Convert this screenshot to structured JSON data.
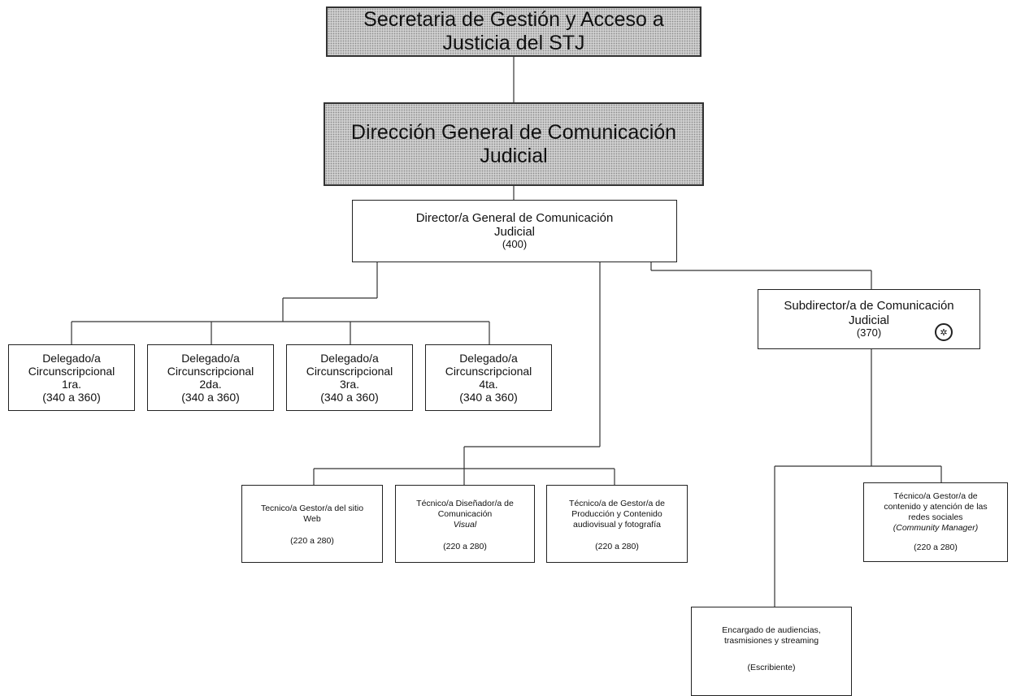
{
  "header": {
    "secretaria": [
      "Secretaria de Gestión y Acceso a",
      "Justicia del STJ"
    ],
    "direccion": [
      "Dirección General de Comunicación",
      "Judicial"
    ]
  },
  "director": {
    "title": [
      "Director/a General de Comunicación",
      "Judicial"
    ],
    "range": "(400)"
  },
  "subdirector": {
    "title": [
      "Subdirector/a de Comunicación",
      "Judicial"
    ],
    "range": "(370)",
    "icon": "seal-icon"
  },
  "delegados": [
    {
      "title": "Delegado/a",
      "sub": "Circunscripcional",
      "ord": "1ra.",
      "range": "(340 a 360)"
    },
    {
      "title": "Delegado/a",
      "sub": "Circunscripcional",
      "ord": "2da.",
      "range": "(340 a 360)"
    },
    {
      "title": "Delegado/a",
      "sub": "Circunscripcional",
      "ord": "3ra.",
      "range": "(340 a 360)"
    },
    {
      "title": "Delegado/a",
      "sub": "Circunscripcional",
      "ord": "4ta.",
      "range": "(340 a 360)"
    }
  ],
  "tecnicos": [
    {
      "lines": [
        "Tecnico/a Gestor/a del sitio",
        "Web"
      ],
      "italic": "",
      "range": "(220 a 280)"
    },
    {
      "lines": [
        "Técnico/a Diseñador/a de",
        "Comunicación"
      ],
      "italic": "Visual",
      "range": "(220 a 280)"
    },
    {
      "lines": [
        "Técnico/a de Gestor/a de",
        "Producción y Contenido",
        "audiovisual y fotografía"
      ],
      "italic": "",
      "range": "(220 a 280)"
    }
  ],
  "community": {
    "lines": [
      "Técnico/a Gestor/a de",
      "contenido y atención de las",
      "redes sociales"
    ],
    "italic": "(Community Manager)",
    "range": "(220 a 280)"
  },
  "encargado": {
    "lines": [
      "Encargado de audiencias,",
      "trasmisiones y streaming"
    ],
    "role": "(Escribiente)"
  }
}
